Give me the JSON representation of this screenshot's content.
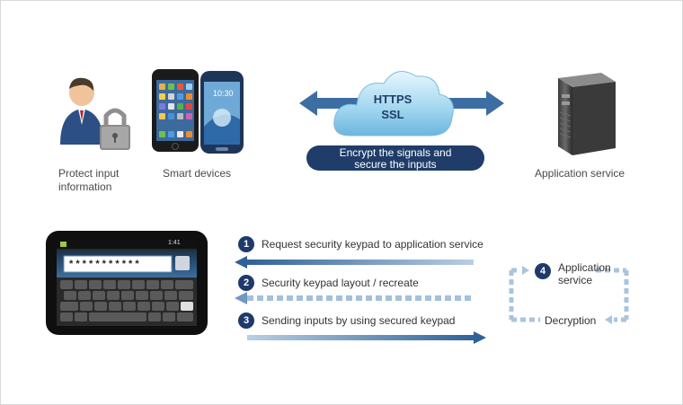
{
  "top": {
    "protect_label": "Protect input information",
    "smart_devices_label": "Smart devices",
    "cloud": {
      "line1": "HTTPS",
      "line2": "SSL"
    },
    "encrypt_label": "Encrypt the signals and secure the inputs",
    "app_service_label": "Application service"
  },
  "tablet": {
    "status_time": "1:41",
    "password_mask": "* * * * * * * * * * *"
  },
  "steps": [
    {
      "num": "1",
      "text": "Request security keypad to application service"
    },
    {
      "num": "2",
      "text": "Security keypad layout / recreate"
    },
    {
      "num": "3",
      "text": "Sending inputs by using secured keypad"
    },
    {
      "num": "4",
      "text": "Application service"
    }
  ],
  "decryption_label": "Decryption",
  "colors": {
    "navy": "#1f3d68",
    "arrow_blue": "#3a6ea0",
    "light_blue": "#a9c4de",
    "cloud": "#8ecbea"
  }
}
